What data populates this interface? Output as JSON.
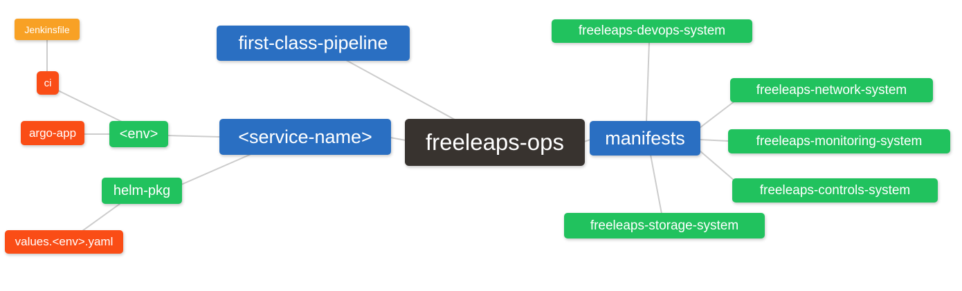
{
  "palette": {
    "root_node": "#38332f",
    "branch_node": "#2a6fc2",
    "leaf_green": "#21c25e",
    "leaf_red": "#fa4d16",
    "leaf_orange": "#f8a125",
    "edge": "#cccccc",
    "text": "#ffffff",
    "background": "#ffffff"
  },
  "mindmap": {
    "nodes": {
      "root": {
        "label": "freeleaps-ops"
      },
      "pipeline": {
        "label": "first-class-pipeline"
      },
      "service": {
        "label": "<service-name>"
      },
      "env": {
        "label": "<env>"
      },
      "ci": {
        "label": "ci"
      },
      "jenkinsfile": {
        "label": "Jenkinsfile"
      },
      "argo_app": {
        "label": "argo-app"
      },
      "helm_pkg": {
        "label": "helm-pkg"
      },
      "values_yaml": {
        "label": "values.<env>.yaml"
      },
      "manifests": {
        "label": "manifests"
      },
      "devops": {
        "label": "freeleaps-devops-system"
      },
      "network": {
        "label": "freeleaps-network-system"
      },
      "monitoring": {
        "label": "freeleaps-monitoring-system"
      },
      "controls": {
        "label": "freeleaps-controls-system"
      },
      "storage": {
        "label": "freeleaps-storage-system"
      }
    },
    "edges": [
      {
        "from": "jenkinsfile",
        "to": "ci"
      },
      {
        "from": "ci",
        "to": "env"
      },
      {
        "from": "argo_app",
        "to": "env"
      },
      {
        "from": "env",
        "to": "service"
      },
      {
        "from": "helm_pkg",
        "to": "service"
      },
      {
        "from": "values_yaml",
        "to": "helm_pkg"
      },
      {
        "from": "pipeline",
        "to": "root"
      },
      {
        "from": "service",
        "to": "root"
      },
      {
        "from": "root",
        "to": "manifests"
      },
      {
        "from": "manifests",
        "to": "devops"
      },
      {
        "from": "manifests",
        "to": "network"
      },
      {
        "from": "manifests",
        "to": "monitoring"
      },
      {
        "from": "manifests",
        "to": "controls"
      },
      {
        "from": "manifests",
        "to": "storage"
      }
    ]
  }
}
